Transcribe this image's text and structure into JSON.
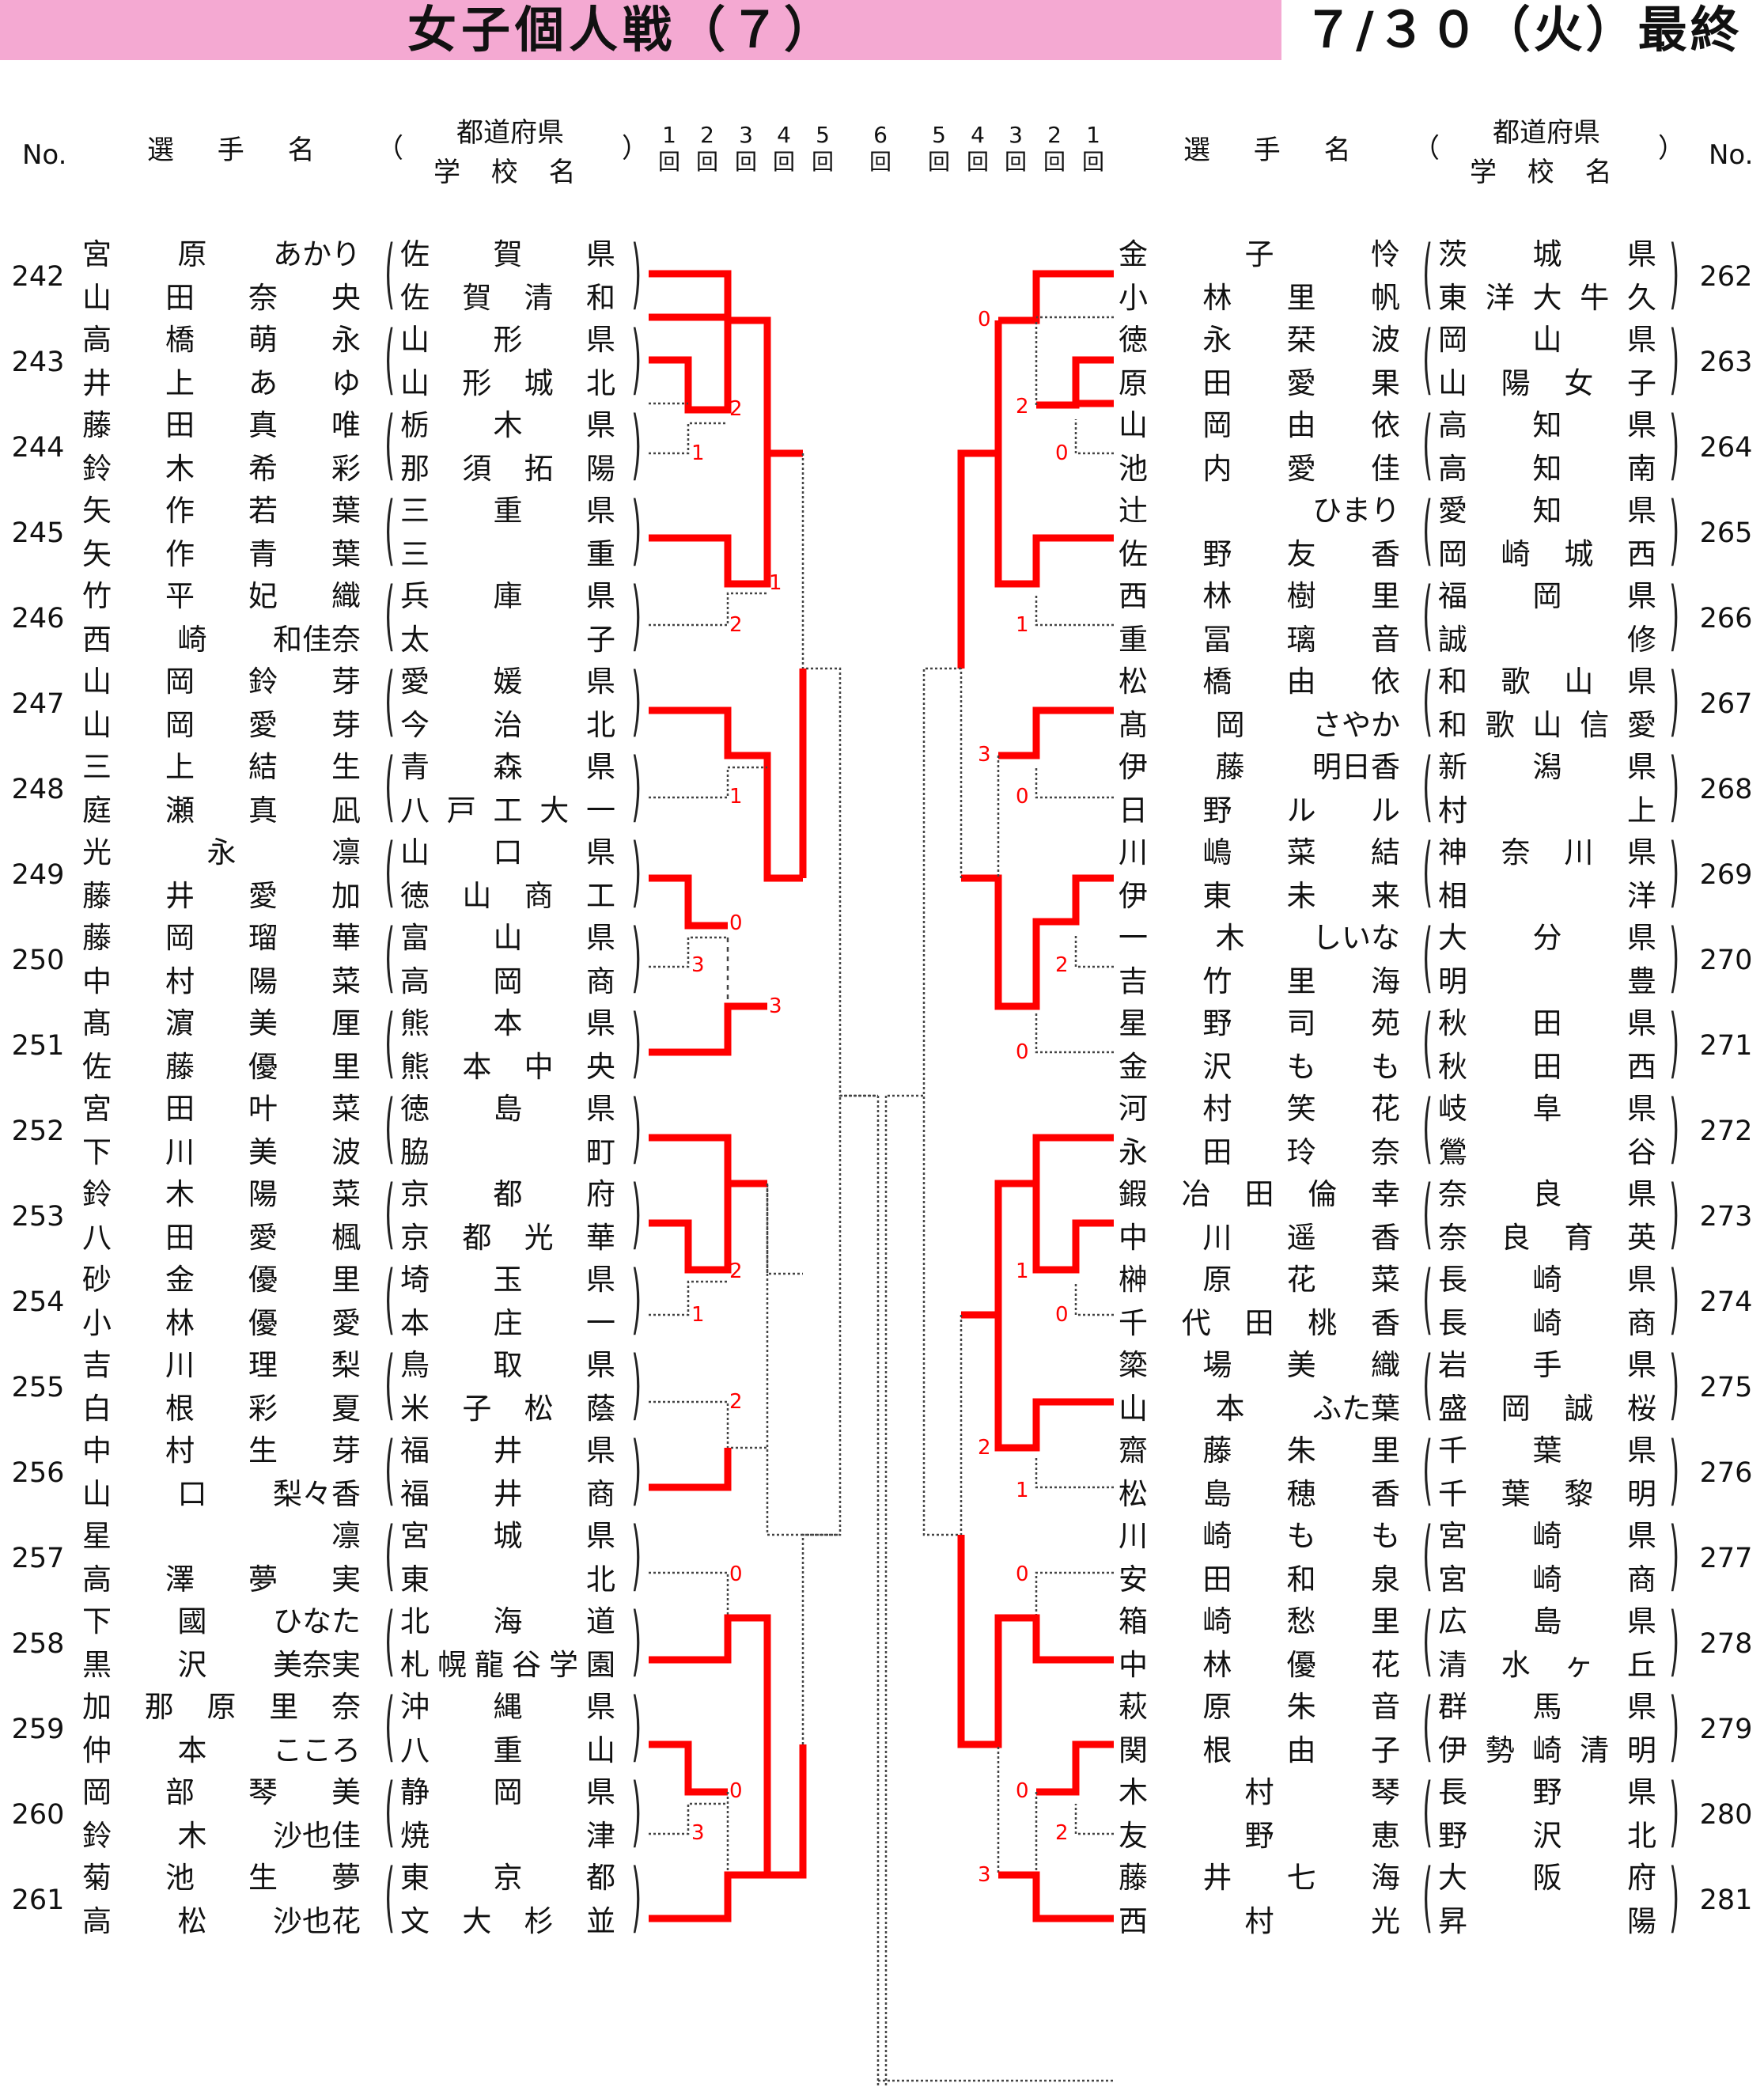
{
  "header": {
    "title": "女子個人戦（７）",
    "date": "７/３０（火）最終"
  },
  "columns": {
    "no": "No.",
    "name": "選 手 名",
    "open_paren": "（",
    "close_paren": "）",
    "pref": "都道府県",
    "school": "学 校 名",
    "rounds_left": [
      "1\n回",
      "2\n回",
      "3\n回",
      "4\n回",
      "5\n回"
    ],
    "final": "6\n回",
    "rounds_right": [
      "5\n回",
      "4\n回",
      "3\n回",
      "2\n回",
      "1\n回"
    ]
  },
  "left": [
    {
      "no": "242",
      "players": [
        {
          "name": [
            "宮",
            "原",
            "あかり"
          ],
          "school": [
            "佐",
            "賀",
            "県"
          ]
        },
        {
          "name": [
            "山",
            "田",
            "奈",
            "央"
          ],
          "school": [
            "佐",
            "賀",
            "清",
            "和"
          ]
        }
      ]
    },
    {
      "no": "243",
      "players": [
        {
          "name": [
            "高",
            "橋",
            "萌",
            "永"
          ],
          "school": [
            "山",
            "形",
            "県"
          ]
        },
        {
          "name": [
            "井",
            "上",
            "あ",
            "ゆ"
          ],
          "school": [
            "山",
            "形",
            "城",
            "北"
          ]
        }
      ]
    },
    {
      "no": "244",
      "players": [
        {
          "name": [
            "藤",
            "田",
            "真",
            "唯"
          ],
          "school": [
            "栃",
            "木",
            "県"
          ]
        },
        {
          "name": [
            "鈴",
            "木",
            "希",
            "彩"
          ],
          "school": [
            "那",
            "須",
            "拓",
            "陽"
          ]
        }
      ]
    },
    {
      "no": "245",
      "players": [
        {
          "name": [
            "矢",
            "作",
            "若",
            "葉"
          ],
          "school": [
            "三",
            "重",
            "県"
          ]
        },
        {
          "name": [
            "矢",
            "作",
            "青",
            "葉"
          ],
          "school": [
            "三",
            "重"
          ]
        }
      ]
    },
    {
      "no": "246",
      "players": [
        {
          "name": [
            "竹",
            "平",
            "妃",
            "織"
          ],
          "school": [
            "兵",
            "庫",
            "県"
          ]
        },
        {
          "name": [
            "西",
            "崎",
            "和佳奈"
          ],
          "school": [
            "太",
            "子"
          ]
        }
      ]
    },
    {
      "no": "247",
      "players": [
        {
          "name": [
            "山",
            "岡",
            "鈴",
            "芽"
          ],
          "school": [
            "愛",
            "媛",
            "県"
          ]
        },
        {
          "name": [
            "山",
            "岡",
            "愛",
            "芽"
          ],
          "school": [
            "今",
            "治",
            "北"
          ]
        }
      ]
    },
    {
      "no": "248",
      "players": [
        {
          "name": [
            "三",
            "上",
            "結",
            "生"
          ],
          "school": [
            "青",
            "森",
            "県"
          ]
        },
        {
          "name": [
            "庭",
            "瀬",
            "真",
            "凪"
          ],
          "school": [
            "八",
            "戸",
            "工",
            "大",
            "一"
          ]
        }
      ]
    },
    {
      "no": "249",
      "players": [
        {
          "name": [
            "光",
            "永",
            "凛"
          ],
          "school": [
            "山",
            "口",
            "県"
          ]
        },
        {
          "name": [
            "藤",
            "井",
            "愛",
            "加"
          ],
          "school": [
            "徳",
            "山",
            "商",
            "工"
          ]
        }
      ]
    },
    {
      "no": "250",
      "players": [
        {
          "name": [
            "藤",
            "岡",
            "瑠",
            "華"
          ],
          "school": [
            "富",
            "山",
            "県"
          ]
        },
        {
          "name": [
            "中",
            "村",
            "陽",
            "菜"
          ],
          "school": [
            "高",
            "岡",
            "商"
          ]
        }
      ]
    },
    {
      "no": "251",
      "players": [
        {
          "name": [
            "髙",
            "濵",
            "美",
            "厘"
          ],
          "school": [
            "熊",
            "本",
            "県"
          ]
        },
        {
          "name": [
            "佐",
            "藤",
            "優",
            "里"
          ],
          "school": [
            "熊",
            "本",
            "中",
            "央"
          ]
        }
      ]
    },
    {
      "no": "252",
      "players": [
        {
          "name": [
            "宮",
            "田",
            "叶",
            "菜"
          ],
          "school": [
            "徳",
            "島",
            "県"
          ]
        },
        {
          "name": [
            "下",
            "川",
            "美",
            "波"
          ],
          "school": [
            "脇",
            "町"
          ]
        }
      ]
    },
    {
      "no": "253",
      "players": [
        {
          "name": [
            "鈴",
            "木",
            "陽",
            "菜"
          ],
          "school": [
            "京",
            "都",
            "府"
          ]
        },
        {
          "name": [
            "八",
            "田",
            "愛",
            "楓"
          ],
          "school": [
            "京",
            "都",
            "光",
            "華"
          ]
        }
      ]
    },
    {
      "no": "254",
      "players": [
        {
          "name": [
            "砂",
            "金",
            "優",
            "里"
          ],
          "school": [
            "埼",
            "玉",
            "県"
          ]
        },
        {
          "name": [
            "小",
            "林",
            "優",
            "愛"
          ],
          "school": [
            "本",
            "庄",
            "一"
          ]
        }
      ]
    },
    {
      "no": "255",
      "players": [
        {
          "name": [
            "吉",
            "川",
            "理",
            "梨"
          ],
          "school": [
            "鳥",
            "取",
            "県"
          ]
        },
        {
          "name": [
            "白",
            "根",
            "彩",
            "夏"
          ],
          "school": [
            "米",
            "子",
            "松",
            "蔭"
          ]
        }
      ]
    },
    {
      "no": "256",
      "players": [
        {
          "name": [
            "中",
            "村",
            "生",
            "芽"
          ],
          "school": [
            "福",
            "井",
            "県"
          ]
        },
        {
          "name": [
            "山",
            "口",
            "梨々香"
          ],
          "school": [
            "福",
            "井",
            "商"
          ]
        }
      ]
    },
    {
      "no": "257",
      "players": [
        {
          "name": [
            "星",
            "凛"
          ],
          "school": [
            "宮",
            "城",
            "県"
          ]
        },
        {
          "name": [
            "高",
            "澤",
            "夢",
            "実"
          ],
          "school": [
            "東",
            "北"
          ]
        }
      ]
    },
    {
      "no": "258",
      "players": [
        {
          "name": [
            "下",
            "國",
            "ひなた"
          ],
          "school": [
            "北",
            "海",
            "道"
          ]
        },
        {
          "name": [
            "黒",
            "沢",
            "美奈実"
          ],
          "school": [
            "札",
            "幌",
            "龍",
            "谷",
            "学",
            "園"
          ]
        }
      ]
    },
    {
      "no": "259",
      "players": [
        {
          "name": [
            "加",
            "那",
            "原",
            "里",
            "奈"
          ],
          "school": [
            "沖",
            "縄",
            "県"
          ]
        },
        {
          "name": [
            "仲",
            "本",
            "こころ"
          ],
          "school": [
            "八",
            "重",
            "山"
          ]
        }
      ]
    },
    {
      "no": "260",
      "players": [
        {
          "name": [
            "岡",
            "部",
            "琴",
            "美"
          ],
          "school": [
            "静",
            "岡",
            "県"
          ]
        },
        {
          "name": [
            "鈴",
            "木",
            "沙也佳"
          ],
          "school": [
            "焼",
            "津"
          ]
        }
      ]
    },
    {
      "no": "261",
      "players": [
        {
          "name": [
            "菊",
            "池",
            "生",
            "夢"
          ],
          "school": [
            "東",
            "京",
            "都"
          ]
        },
        {
          "name": [
            "高",
            "松",
            "沙也花"
          ],
          "school": [
            "文",
            "大",
            "杉",
            "並"
          ]
        }
      ]
    }
  ],
  "right": [
    {
      "no": "262",
      "players": [
        {
          "name": [
            "金",
            "子",
            "怜"
          ],
          "school": [
            "茨",
            "城",
            "県"
          ]
        },
        {
          "name": [
            "小",
            "林",
            "里",
            "帆"
          ],
          "school": [
            "東",
            "洋",
            "大",
            "牛",
            "久"
          ]
        }
      ]
    },
    {
      "no": "263",
      "players": [
        {
          "name": [
            "徳",
            "永",
            "栞",
            "波"
          ],
          "school": [
            "岡",
            "山",
            "県"
          ]
        },
        {
          "name": [
            "原",
            "田",
            "愛",
            "果"
          ],
          "school": [
            "山",
            "陽",
            "女",
            "子"
          ]
        }
      ]
    },
    {
      "no": "264",
      "players": [
        {
          "name": [
            "山",
            "岡",
            "由",
            "依"
          ],
          "school": [
            "高",
            "知",
            "県"
          ]
        },
        {
          "name": [
            "池",
            "内",
            "愛",
            "佳"
          ],
          "school": [
            "高",
            "知",
            "南"
          ]
        }
      ]
    },
    {
      "no": "265",
      "players": [
        {
          "name": [
            "辻",
            "ひまり"
          ],
          "school": [
            "愛",
            "知",
            "県"
          ]
        },
        {
          "name": [
            "佐",
            "野",
            "友",
            "香"
          ],
          "school": [
            "岡",
            "崎",
            "城",
            "西"
          ]
        }
      ]
    },
    {
      "no": "266",
      "players": [
        {
          "name": [
            "西",
            "林",
            "樹",
            "里"
          ],
          "school": [
            "福",
            "岡",
            "県"
          ]
        },
        {
          "name": [
            "重",
            "冨",
            "璃",
            "音"
          ],
          "school": [
            "誠",
            "修"
          ]
        }
      ]
    },
    {
      "no": "267",
      "players": [
        {
          "name": [
            "松",
            "橋",
            "由",
            "依"
          ],
          "school": [
            "和",
            "歌",
            "山",
            "県"
          ]
        },
        {
          "name": [
            "髙",
            "岡",
            "さやか"
          ],
          "school": [
            "和",
            "歌",
            "山",
            "信",
            "愛"
          ]
        }
      ]
    },
    {
      "no": "268",
      "players": [
        {
          "name": [
            "伊",
            "藤",
            "明日香"
          ],
          "school": [
            "新",
            "潟",
            "県"
          ]
        },
        {
          "name": [
            "日",
            "野",
            "ル",
            "ル"
          ],
          "school": [
            "村",
            "上"
          ]
        }
      ]
    },
    {
      "no": "269",
      "players": [
        {
          "name": [
            "川",
            "嶋",
            "菜",
            "結"
          ],
          "school": [
            "神",
            "奈",
            "川",
            "県"
          ]
        },
        {
          "name": [
            "伊",
            "東",
            "未",
            "来"
          ],
          "school": [
            "相",
            "洋"
          ]
        }
      ]
    },
    {
      "no": "270",
      "players": [
        {
          "name": [
            "一",
            "木",
            "しいな"
          ],
          "school": [
            "大",
            "分",
            "県"
          ]
        },
        {
          "name": [
            "吉",
            "竹",
            "里",
            "海"
          ],
          "school": [
            "明",
            "豊"
          ]
        }
      ]
    },
    {
      "no": "271",
      "players": [
        {
          "name": [
            "星",
            "野",
            "司",
            "苑"
          ],
          "school": [
            "秋",
            "田",
            "県"
          ]
        },
        {
          "name": [
            "金",
            "沢",
            "も",
            "も"
          ],
          "school": [
            "秋",
            "田",
            "西"
          ]
        }
      ]
    },
    {
      "no": "272",
      "players": [
        {
          "name": [
            "河",
            "村",
            "笑",
            "花"
          ],
          "school": [
            "岐",
            "阜",
            "県"
          ]
        },
        {
          "name": [
            "永",
            "田",
            "玲",
            "奈"
          ],
          "school": [
            "鶯",
            "谷"
          ]
        }
      ]
    },
    {
      "no": "273",
      "players": [
        {
          "name": [
            "鍜",
            "冶",
            "田",
            "倫",
            "幸"
          ],
          "school": [
            "奈",
            "良",
            "県"
          ]
        },
        {
          "name": [
            "中",
            "川",
            "遥",
            "香"
          ],
          "school": [
            "奈",
            "良",
            "育",
            "英"
          ]
        }
      ]
    },
    {
      "no": "274",
      "players": [
        {
          "name": [
            "榊",
            "原",
            "花",
            "菜"
          ],
          "school": [
            "長",
            "崎",
            "県"
          ]
        },
        {
          "name": [
            "千",
            "代",
            "田",
            "桃",
            "香"
          ],
          "school": [
            "長",
            "崎",
            "商"
          ]
        }
      ]
    },
    {
      "no": "275",
      "players": [
        {
          "name": [
            "簗",
            "場",
            "美",
            "織"
          ],
          "school": [
            "岩",
            "手",
            "県"
          ]
        },
        {
          "name": [
            "山",
            "本",
            "ふた葉"
          ],
          "school": [
            "盛",
            "岡",
            "誠",
            "桜"
          ]
        }
      ]
    },
    {
      "no": "276",
      "players": [
        {
          "name": [
            "齋",
            "藤",
            "朱",
            "里"
          ],
          "school": [
            "千",
            "葉",
            "県"
          ]
        },
        {
          "name": [
            "松",
            "島",
            "穂",
            "香"
          ],
          "school": [
            "千",
            "葉",
            "黎",
            "明"
          ]
        }
      ]
    },
    {
      "no": "277",
      "players": [
        {
          "name": [
            "川",
            "崎",
            "も",
            "も"
          ],
          "school": [
            "宮",
            "崎",
            "県"
          ]
        },
        {
          "name": [
            "安",
            "田",
            "和",
            "泉"
          ],
          "school": [
            "宮",
            "崎",
            "商"
          ]
        }
      ]
    },
    {
      "no": "278",
      "players": [
        {
          "name": [
            "箱",
            "崎",
            "愁",
            "里"
          ],
          "school": [
            "広",
            "島",
            "県"
          ]
        },
        {
          "name": [
            "中",
            "林",
            "優",
            "花"
          ],
          "school": [
            "清",
            "水",
            "ヶ",
            "丘"
          ]
        }
      ]
    },
    {
      "no": "279",
      "players": [
        {
          "name": [
            "萩",
            "原",
            "朱",
            "音"
          ],
          "school": [
            "群",
            "馬",
            "県"
          ]
        },
        {
          "name": [
            "関",
            "根",
            "由",
            "子"
          ],
          "school": [
            "伊",
            "勢",
            "崎",
            "清",
            "明"
          ]
        }
      ]
    },
    {
      "no": "280",
      "players": [
        {
          "name": [
            "木",
            "村",
            "琴"
          ],
          "school": [
            "長",
            "野",
            "県"
          ]
        },
        {
          "name": [
            "友",
            "野",
            "恵"
          ],
          "school": [
            "野",
            "沢",
            "北"
          ]
        }
      ]
    },
    {
      "no": "281",
      "players": [
        {
          "name": [
            "藤",
            "井",
            "七",
            "海"
          ],
          "school": [
            "大",
            "阪",
            "府"
          ]
        },
        {
          "name": [
            "西",
            "村",
            "光"
          ],
          "school": [
            "昇",
            "陽"
          ]
        }
      ]
    }
  ],
  "scores_left": [
    "2",
    "1",
    "1",
    "2",
    "1",
    "0",
    "3",
    "3",
    "2",
    "1",
    "2",
    "0",
    "0",
    "3"
  ],
  "scores_right": [
    "0",
    "2",
    "0",
    "1",
    "3",
    "0",
    "2",
    "0",
    "1",
    "0",
    "2",
    "1",
    "0",
    "0",
    "2",
    "3"
  ],
  "colors": {
    "title_bg": "#f4a9d2",
    "win": "#ff0000",
    "score": "#ff0000",
    "line": "#444444"
  }
}
